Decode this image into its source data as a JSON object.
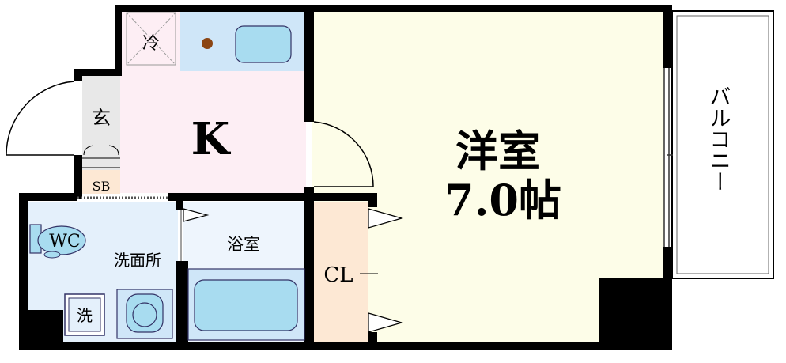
{
  "rooms": {
    "western_room": {
      "name": "洋室",
      "size": "7.0帖"
    },
    "kitchen": {
      "name": "K"
    },
    "entrance": {
      "name": "玄"
    },
    "shoebox": {
      "name": "SB"
    },
    "fridge": {
      "name": "冷"
    },
    "toilet": {
      "name": "WC"
    },
    "washroom": {
      "name": "洗面所"
    },
    "washer": {
      "name": "洗"
    },
    "bathroom": {
      "name": "浴室"
    },
    "closet": {
      "name": "CL"
    },
    "balcony": {
      "name": "バルコニー"
    }
  },
  "colors": {
    "wall": "#000000",
    "western_room": "#fdfde8",
    "kitchen": "#fdeef4",
    "entrance": "#e8e8e8",
    "wet_area": "#e4f0fb",
    "closet": "#fde8d4",
    "fixture": "#a8dcf0",
    "stove": "#8b4513"
  }
}
